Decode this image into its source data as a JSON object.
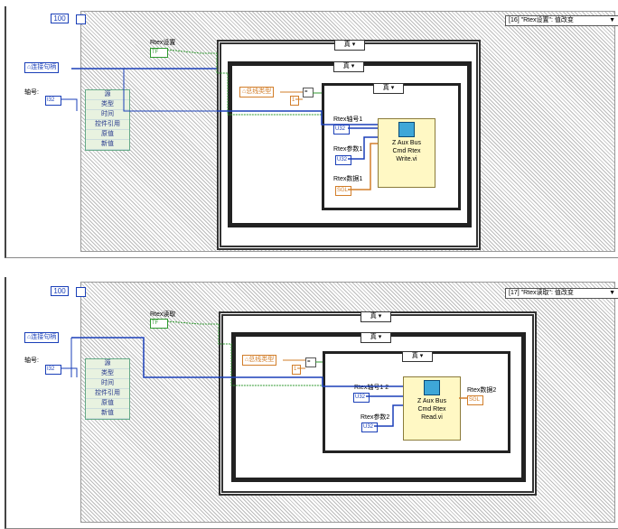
{
  "loop1": {
    "iter_count": "100",
    "event_case": "[16] \"Rtex设置\": 值改变",
    "rtex_ctrl_label": "Rtex设置",
    "rtex_ctrl_text": "TF",
    "handle_label": "连接句柄",
    "axis_label": "轴号:",
    "axis_type": "I32",
    "bundle_items": [
      "源",
      "类型",
      "时间",
      "控件引用",
      "原值",
      "新值"
    ],
    "case_true": "真",
    "bus_type_label": "总线类型",
    "const_one": "1",
    "equal_op": "=",
    "axis_in_label": "Rtex轴号1",
    "axis_in_type": "U32",
    "param_label": "Rtex参数1",
    "param_type": "U32",
    "data_label": "Rtex数据1",
    "data_type": "SGL",
    "subvi": [
      "Z Aux Bus",
      "Cmd Rtex",
      "Write.vi"
    ]
  },
  "loop2": {
    "iter_count": "100",
    "event_case": "[17] \"Rtex读取\": 值改变",
    "rtex_ctrl_label": "Rtex读取",
    "rtex_ctrl_text": "TF",
    "handle_label": "连接句柄",
    "axis_label": "轴号:",
    "axis_type": "I32",
    "bundle_items": [
      "源",
      "类型",
      "时间",
      "控件引用",
      "原值",
      "新值"
    ],
    "case_true": "真",
    "bus_type_label": "总线类型",
    "const_one": "1",
    "equal_op": "=",
    "axis_in_label": "Rtex轴号1 2",
    "axis_in_type": "U32",
    "param_label": "Rtex参数2",
    "param_type": "U32",
    "out_label": "Rtex数据2",
    "out_type": "SGL",
    "subvi": [
      "Z Aux Bus",
      "Cmd Rtex",
      "Read.vi"
    ]
  },
  "colors": {
    "wire_blue": "#1a3fb8",
    "wire_orange": "#d27e2a",
    "wire_green": "#2f9a2f",
    "case_border": "#222"
  }
}
